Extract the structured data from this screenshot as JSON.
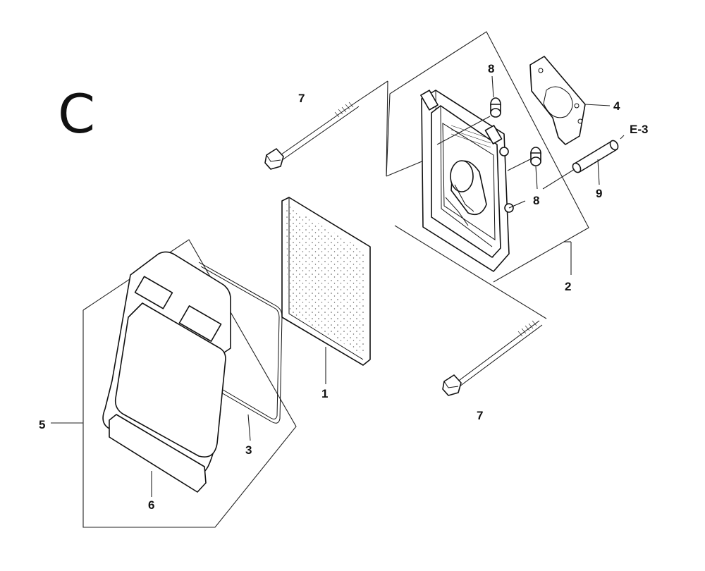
{
  "diagram": {
    "section_letter": "C",
    "callouts": {
      "c1": "1",
      "c2": "2",
      "c3": "3",
      "c4": "4",
      "c5": "5",
      "c6": "6",
      "c7_top": "7",
      "c7_bottom": "7",
      "c8_top": "8",
      "c8_bottom": "8",
      "c9": "9",
      "e3": "E-3"
    }
  }
}
